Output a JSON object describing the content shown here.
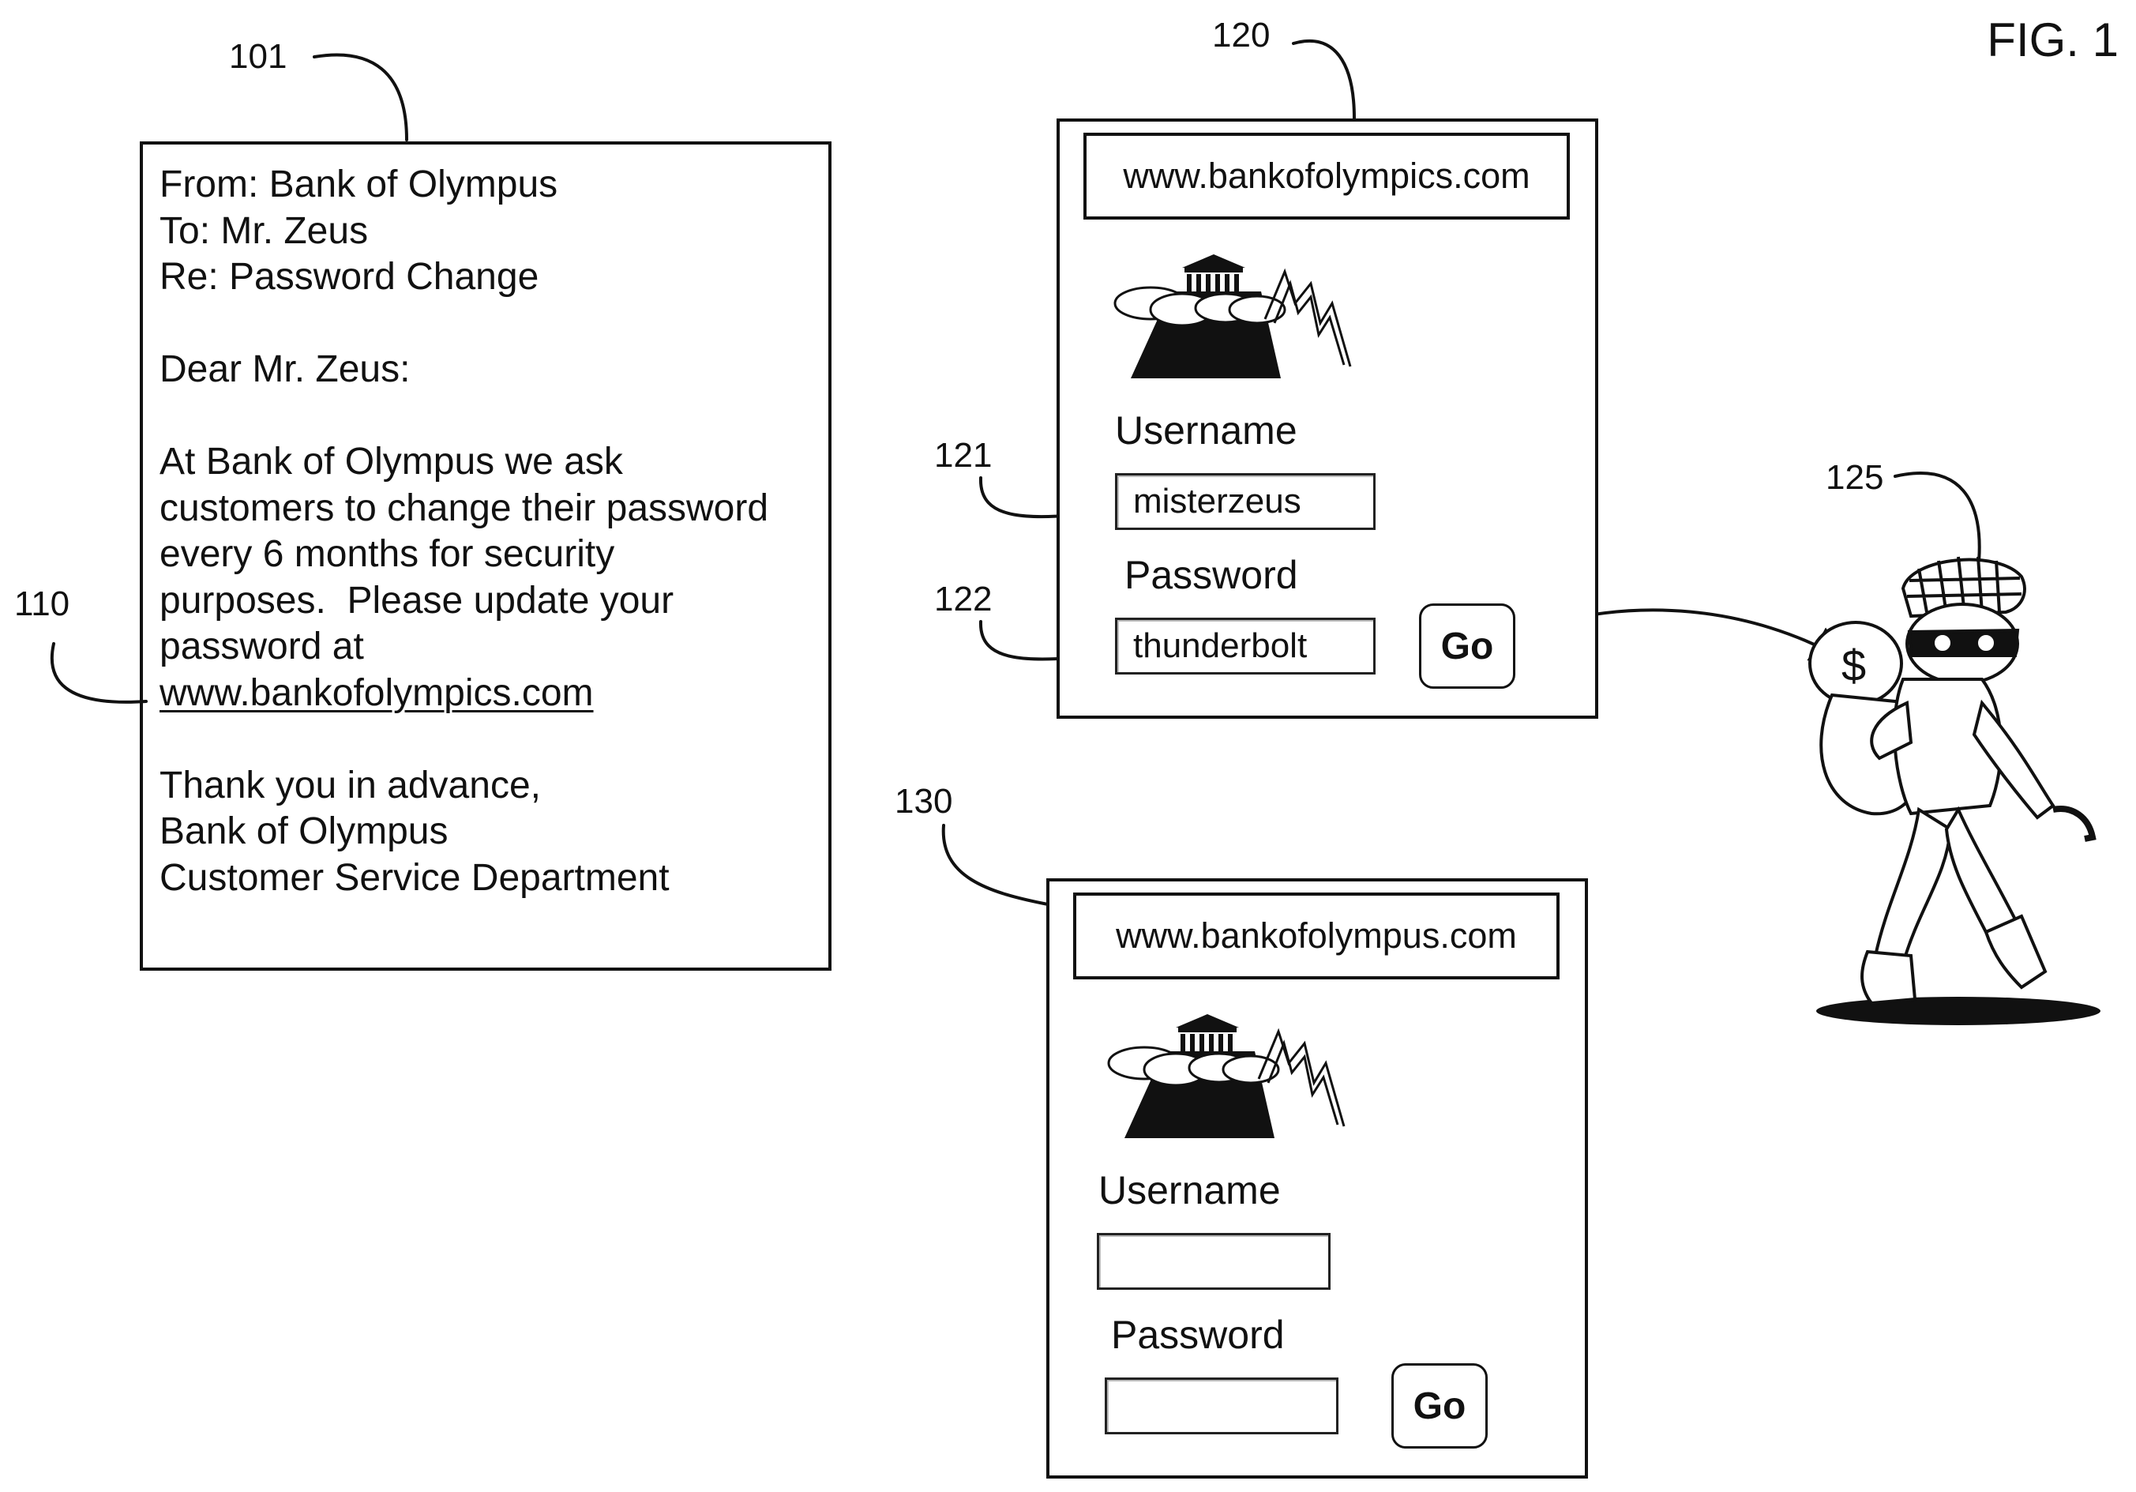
{
  "figure_label": "FIG. 1",
  "refs": {
    "email": "101",
    "link": "110",
    "fake_site": "120",
    "username_field": "121",
    "password_field": "122",
    "thief": "125",
    "real_site": "130"
  },
  "email": {
    "from": "From: Bank of Olympus",
    "to": "To: Mr. Zeus",
    "re": "Re: Password Change",
    "greeting": "Dear Mr. Zeus:",
    "body_lines": [
      "At Bank of Olympus we ask",
      "customers to change their password",
      "every 6 months for security",
      "purposes.  Please update your",
      "password at"
    ],
    "link": "www.bankofolympics.com",
    "closing": [
      "Thank you in advance,",
      "Bank of Olympus",
      "Customer Service Department"
    ]
  },
  "fake_site": {
    "url": "www.bankofolympics.com",
    "username_label": "Username",
    "username_value": "misterzeus",
    "password_label": "Password",
    "password_value": "thunderbolt",
    "go_label": "Go"
  },
  "real_site": {
    "url": "www.bankofolympus.com",
    "username_label": "Username",
    "username_value": "",
    "password_label": "Password",
    "password_value": "",
    "go_label": "Go"
  },
  "icons": {
    "logo": "mount-olympus-temple-lightning-logo",
    "thief": "masked-thief-with-money-bag-icon",
    "money_symbol": "$"
  }
}
